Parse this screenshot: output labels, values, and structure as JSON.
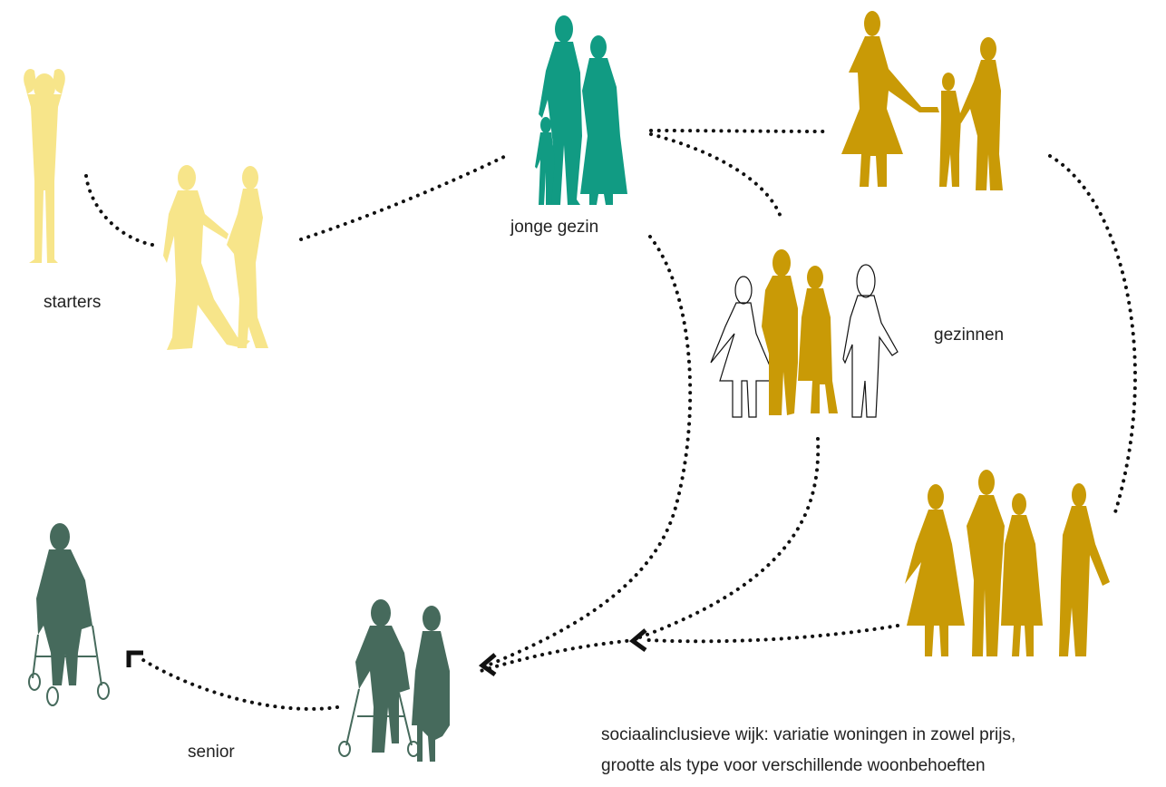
{
  "colors": {
    "starters": "#f7e58a",
    "jonge_gezin": "#119b83",
    "gezinnen": "#c99a06",
    "senior": "#466a5c",
    "outline": "#111111"
  },
  "labels": {
    "starters": "starters",
    "jonge_gezin": "jonge gezin",
    "gezinnen": "gezinnen",
    "senior": "senior"
  },
  "caption": {
    "line1": "sociaalinclusieve wijk: variatie woningen in zowel prijs,",
    "line2": "grootte als type voor verschillende woonbehoeften"
  }
}
